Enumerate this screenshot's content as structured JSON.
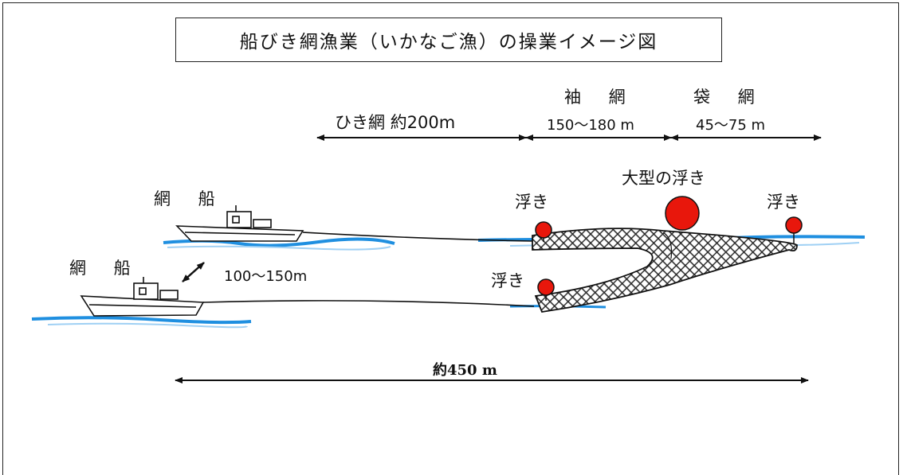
{
  "title": "船びき網漁業（いかなご漁）の操業イメージ図",
  "labels": {
    "tow_rope": "ひき網 約200m",
    "wing_net": "袖 網",
    "wing_net_length": "150〜180 m",
    "cod_end": "袋 網",
    "cod_end_length": "45〜75 m",
    "large_float": "大型の浮き",
    "float": "浮き",
    "net_boat": "網 船",
    "boat_spacing": "100〜150m",
    "total_length": "約450 m"
  },
  "colors": {
    "float": "#e8170c",
    "water": "#1f8fe0",
    "line": "#111111"
  },
  "icons": [
    "double-arrow-icon",
    "boat-icon",
    "float-icon",
    "net-icon"
  ]
}
